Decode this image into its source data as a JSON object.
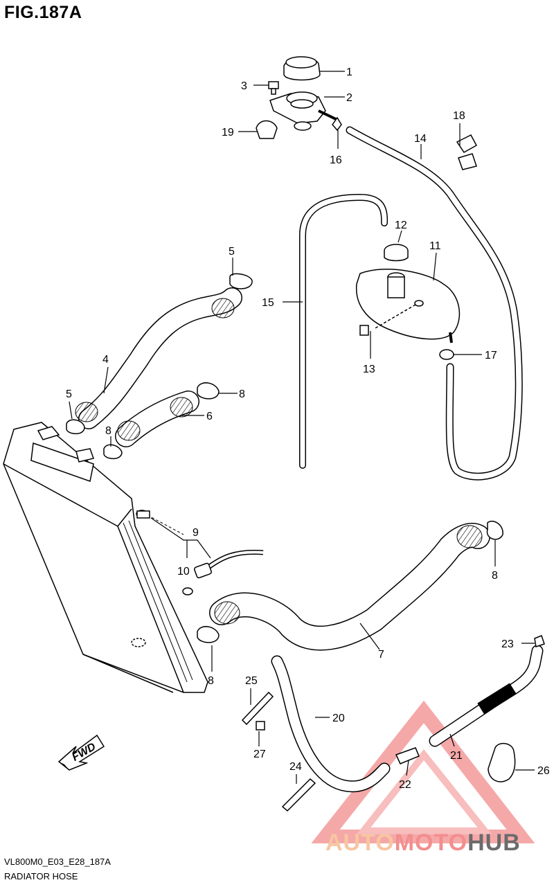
{
  "figure": {
    "title": "FIG.187A",
    "model_code": "VL800M0_E03_E28_187A",
    "section_name": "RADIATOR HOSE"
  },
  "callouts": {
    "c1": "1",
    "c2": "2",
    "c3": "3",
    "c4": "4",
    "c5a": "5",
    "c5b": "5",
    "c6": "6",
    "c7": "7",
    "c8a": "8",
    "c8b": "8",
    "c8c": "8",
    "c8d": "8",
    "c9": "9",
    "c10": "10",
    "c11": "11",
    "c12": "12",
    "c13": "13",
    "c14": "14",
    "c15": "15",
    "c16": "16",
    "c17": "17",
    "c18": "18",
    "c19": "19",
    "c20": "20",
    "c21": "21",
    "c22": "22",
    "c23": "23",
    "c24": "24",
    "c25": "25",
    "c26": "26",
    "c27": "27"
  },
  "fwd_label": "FWD",
  "watermark": {
    "auto": "AUTO",
    "moto": "MOTO",
    "hub": "HUB",
    "colors": {
      "auto": "#f7c6a1",
      "moto": "#f38e8e",
      "hub": "#6b6b6b"
    }
  }
}
